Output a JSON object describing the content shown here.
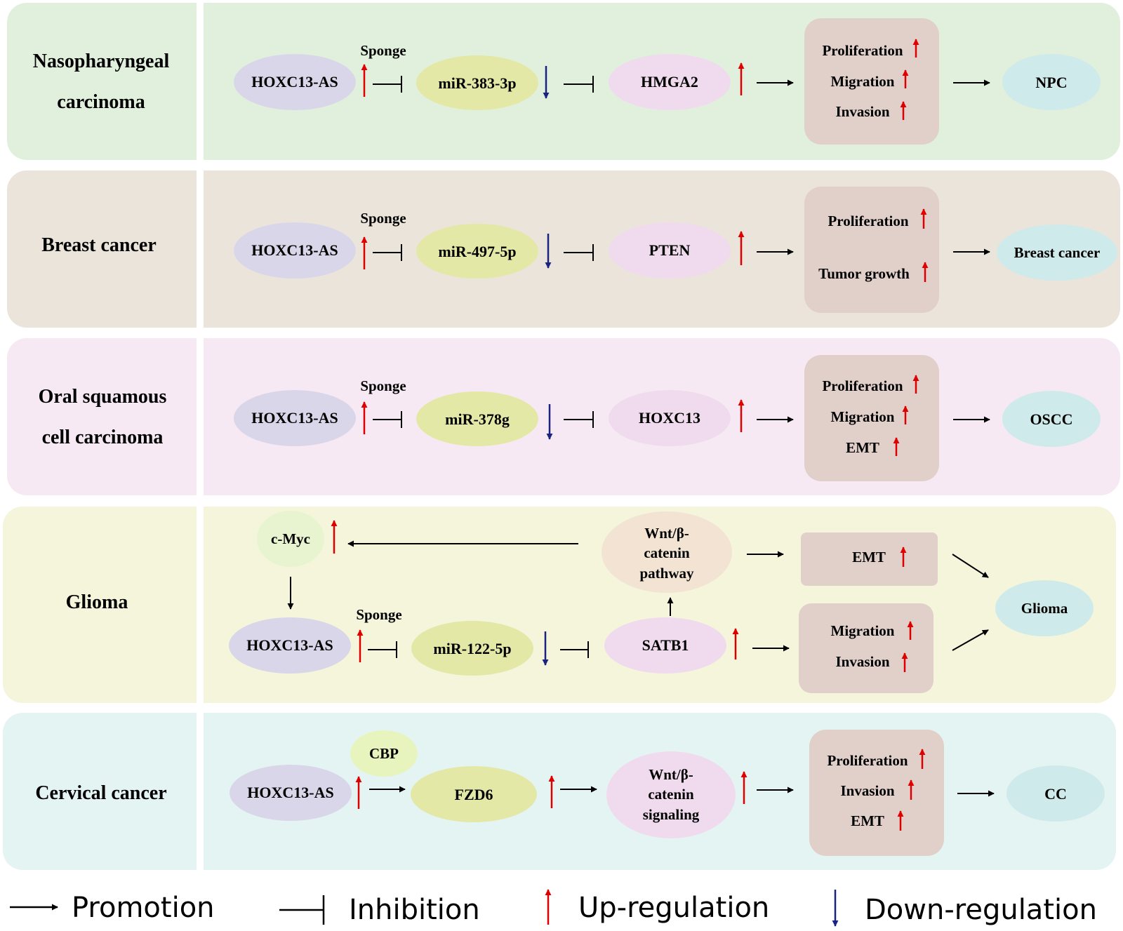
{
  "panels": [
    {
      "name": "Nasopharyngeal carcinoma",
      "label_lines": [
        "Nasopharyngeal",
        "carcinoma"
      ],
      "bg": "#e1f0dc",
      "nodes": {
        "lnc": "HOXC13-AS",
        "sponge": "Sponge",
        "mir": "miR-383-3p",
        "target": "HMGA2",
        "outcomes": [
          "Proliferation",
          "Migration",
          "Invasion"
        ],
        "disease": "NPC"
      }
    },
    {
      "name": "Breast cancer",
      "label_lines": [
        "Breast cancer"
      ],
      "bg": "#ebe4da",
      "nodes": {
        "lnc": "HOXC13-AS",
        "sponge": "Sponge",
        "mir": "miR-497-5p",
        "target": "PTEN",
        "outcomes": [
          "Proliferation",
          "Tumor growth"
        ],
        "disease": "Breast cancer"
      }
    },
    {
      "name": "Oral squamous cell carcinoma",
      "label_lines": [
        "Oral squamous",
        "cell carcinoma"
      ],
      "bg": "#f7e9f3",
      "nodes": {
        "lnc": "HOXC13-AS",
        "sponge": "Sponge",
        "mir": "miR-378g",
        "target": "HOXC13",
        "outcomes": [
          "Proliferation",
          "Migration",
          "EMT"
        ],
        "disease": "OSCC"
      }
    },
    {
      "name": "Glioma",
      "label_lines": [
        "Glioma"
      ],
      "bg": "#f4f5db",
      "nodes": {
        "myc": "c-Myc",
        "lnc": "HOXC13-AS",
        "sponge": "Sponge",
        "mir": "miR-122-5p",
        "target": "SATB1",
        "pathway": [
          "Wnt/β-",
          "catenin",
          "pathway"
        ],
        "emt": "EMT",
        "outcomes": [
          "Migration",
          "Invasion"
        ],
        "disease": "Glioma"
      }
    },
    {
      "name": "Cervical cancer",
      "label_lines": [
        "Cervical cancer"
      ],
      "bg": "#e4f4f3",
      "nodes": {
        "lnc": "HOXC13-AS",
        "cbp": "CBP",
        "fzd": "FZD6",
        "pathway": [
          "Wnt/β-",
          "catenin",
          "signaling"
        ],
        "outcomes": [
          "Proliferation",
          "Invasion",
          "EMT"
        ],
        "disease": "CC"
      }
    }
  ],
  "legend": {
    "promotion": "Promotion",
    "inhibition": "Inhibition",
    "up": "Up-regulation",
    "down": "Down-regulation"
  },
  "colors": {
    "lnc_node": "#d9d6ea",
    "mir_node": "#e3e8a6",
    "target_node": "#f0dbee",
    "outcome_box": "#e1cfca",
    "disease_node": "#cfeaea",
    "pathway_node": "#f3e3d3",
    "cbp_node": "#e8f4bd",
    "myc_node": "#e8f4cf",
    "up_arrow": "#dd0000",
    "down_arrow": "#1a237e"
  }
}
